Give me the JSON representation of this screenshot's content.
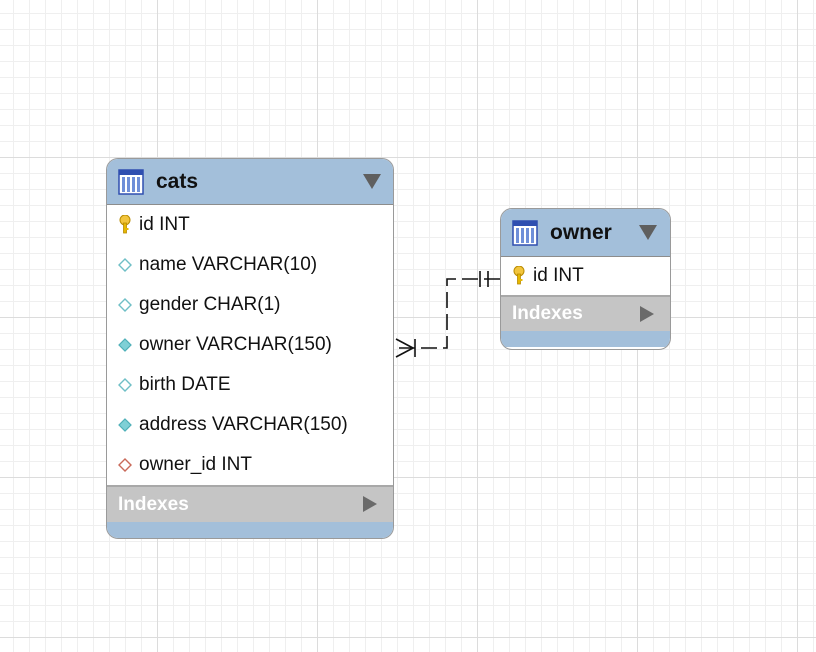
{
  "tables": {
    "cats": {
      "title": "cats",
      "columns": [
        {
          "label": "id INT",
          "icon": "primary-key-icon"
        },
        {
          "label": "name VARCHAR(10)",
          "icon": "nullable-column-icon"
        },
        {
          "label": "gender CHAR(1)",
          "icon": "nullable-column-icon"
        },
        {
          "label": "owner VARCHAR(150)",
          "icon": "not-null-column-icon"
        },
        {
          "label": "birth DATE",
          "icon": "nullable-column-icon"
        },
        {
          "label": "address VARCHAR(150)",
          "icon": "not-null-column-icon"
        },
        {
          "label": "owner_id INT",
          "icon": "foreign-key-icon"
        }
      ],
      "indexes_label": "Indexes"
    },
    "owner": {
      "title": "owner",
      "columns": [
        {
          "label": "id INT",
          "icon": "primary-key-icon"
        }
      ],
      "indexes_label": "Indexes"
    }
  },
  "relationship": {
    "from": "owner",
    "to": "cats",
    "style": "dashed",
    "from_end": "one-and-only-one",
    "to_end": "one-or-many"
  },
  "colors": {
    "header": "#a3bfda",
    "indexes_bg": "#c5c5c5",
    "key_gold": "#e6b800",
    "nullable_diamond": "#8ed3d8",
    "notnull_diamond": "#6fc9cf",
    "fk_diamond": "#c96a5a"
  }
}
